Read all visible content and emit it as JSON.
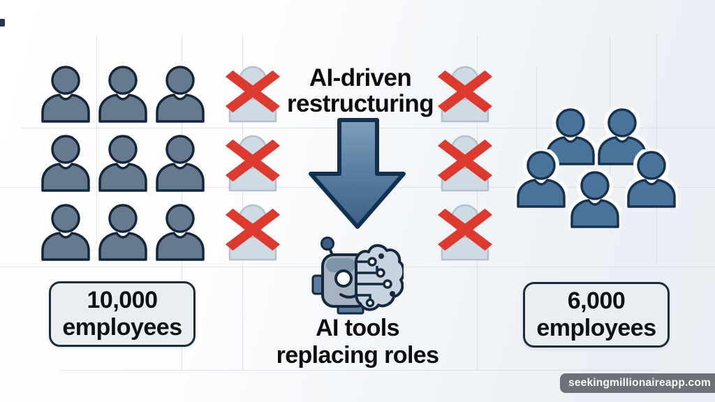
{
  "title": {
    "line1": "AI-driven",
    "line2": "restructuring"
  },
  "flow_caption": {
    "line1": "AI tools",
    "line2": "replacing roles"
  },
  "before_label": {
    "line1": "10,000",
    "line2": "employees"
  },
  "after_label": {
    "line1": "6,000",
    "line2": "employees"
  },
  "watermark": {
    "text": "seekingmillionaireapp.com"
  },
  "figures": {
    "before_grid": {
      "count": 9,
      "icon": "person-icon",
      "fill": "#66798e",
      "stroke": "#132539"
    },
    "removed_left": {
      "count": 3,
      "icon": "person-crossed-icon",
      "fill": "#d0dae4",
      "x_color": "#dc3a2e"
    },
    "removed_right": {
      "count": 3,
      "icon": "person-crossed-icon",
      "fill": "#d0dae4",
      "x_color": "#dc3a2e"
    },
    "after_group": {
      "count": 5,
      "icon": "people-group-icon",
      "fill": "#4a739c",
      "stroke": "#16314d"
    }
  },
  "arrow": {
    "name": "down-arrow",
    "color_top": "#7e9ebc",
    "color_bottom": "#3d6186",
    "outline": "#12304f"
  },
  "center_icon": {
    "name": "ai-robot-brain-icon"
  },
  "colors": {
    "background_right": "#eaeff5",
    "box_fill": "#e9eef3",
    "box_border": "#1c2c3c",
    "text": "#0d0d0f",
    "grid": "#c6cfd8"
  }
}
